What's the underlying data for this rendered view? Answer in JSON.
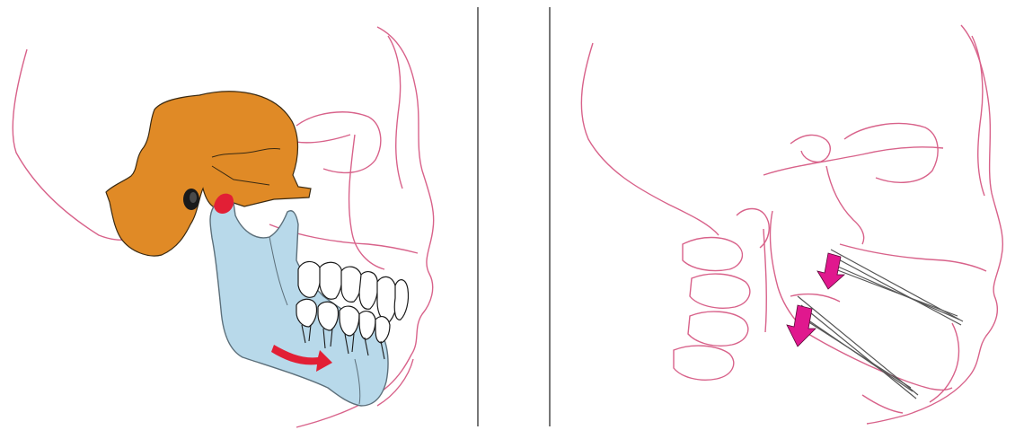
{
  "colors": {
    "background": "#ffffff",
    "tracing": "#d8628a",
    "cranial_base": "#e08a26",
    "mandible": "#b8d9ea",
    "mandible_outline": "#5c6f7a",
    "condyle_highlight": "#e21f35",
    "rotation_arrow": "#e21f35",
    "force_arrow": "#e0188e",
    "elastic_lines": "#555555",
    "divider": "#555555"
  },
  "panels": [
    {
      "id": "left",
      "depicts": "cephalometric-tracing-with-mandible-rotation",
      "icons": [
        "rotation-arrow-icon",
        "condyle-highlight-icon",
        "tooth-icon"
      ]
    },
    {
      "id": "right",
      "depicts": "cephalometric-tracing-with-elastic-force-vectors",
      "icons": [
        "force-arrow-icon",
        "elastic-lines-icon"
      ]
    }
  ]
}
